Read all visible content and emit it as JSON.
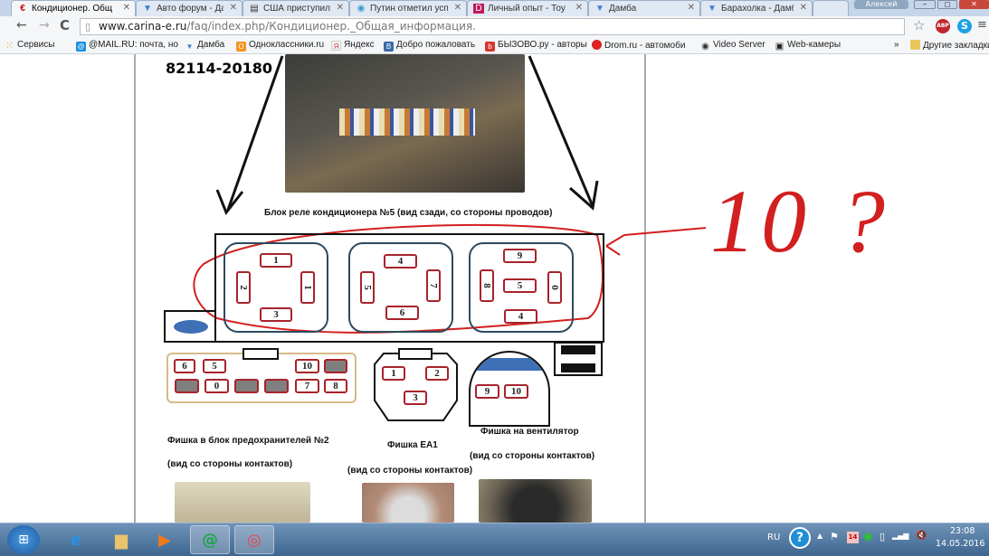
{
  "browser": {
    "tabs": [
      {
        "label": "Кондиционер. Общ",
        "active": true,
        "icon": "carina-icon"
      },
      {
        "label": "Авто форум - Дамб",
        "icon": "damba-icon"
      },
      {
        "label": "США приступили к",
        "icon": "news-icon"
      },
      {
        "label": "Путин отметил усп",
        "icon": "globe-icon"
      },
      {
        "label": "Личный опыт - Тоу",
        "icon": "d-icon"
      },
      {
        "label": "Дамба",
        "icon": "damba-icon"
      },
      {
        "label": "Барахолка - Дамба",
        "icon": "damba-icon"
      }
    ],
    "profile": "Алексей",
    "url_host": "www.carina-e.ru",
    "url_path": "/faq/index.php/Кондиционер._Общая_информация.",
    "bookmarks": [
      {
        "label": "Сервисы",
        "color": "#e8a33a",
        "glyph": "⋮"
      },
      {
        "label": "@MAIL.RU: почта, но",
        "color": "#168de2",
        "glyph": "@"
      },
      {
        "label": "Дамба",
        "color": "#3b7fd0",
        "glyph": "▼"
      },
      {
        "label": "Одноклассники.ru",
        "color": "#f7931e",
        "glyph": "О"
      },
      {
        "label": "Яндекс",
        "color": "#d33",
        "glyph": "Я"
      },
      {
        "label": "Добро пожаловать",
        "color": "#3a6aa8",
        "glyph": "В"
      },
      {
        "label": "БЫЗОВО.ру - авторы",
        "color": "#d9352b",
        "glyph": "b"
      },
      {
        "label": "Drom.ru - автомоби",
        "color": "#d22",
        "glyph": "●"
      },
      {
        "label": "Video Server",
        "color": "#333",
        "glyph": "◉"
      },
      {
        "label": "Web-камеры",
        "color": "#222",
        "glyph": "▣"
      }
    ],
    "more": "»",
    "other_bookmarks": "Другие закладки"
  },
  "doc": {
    "part_number": "82114-20180",
    "relay_title": "Блок реле кондиционера №5 (вид сзади, со стороны проводов)",
    "relay_pins": [
      "1",
      "2",
      "1",
      "3",
      "4",
      "5",
      "7",
      "6",
      "9",
      "8",
      "5",
      "0",
      "4"
    ],
    "fuse_pins": [
      "6",
      "5",
      "10",
      "0",
      "7",
      "8"
    ],
    "ea1_pins": [
      "1",
      "2",
      "3"
    ],
    "fan_pins": [
      "9",
      "10"
    ],
    "fuse_label": "Фишка в блок предохранителей №2",
    "fuse_sub": "(вид со стороны контактов)",
    "ea1_label": "Фишка ЕА1",
    "ea1_sub": "(вид со стороны контактов)",
    "fan_label": "Фишка на вентилятор",
    "fan_sub": "(вид со стороны контактов)",
    "annotation": "10 ?"
  },
  "taskbar": {
    "lang": "RU",
    "time": "23:08",
    "date": "14.05.2016",
    "calendar_day": "14"
  }
}
